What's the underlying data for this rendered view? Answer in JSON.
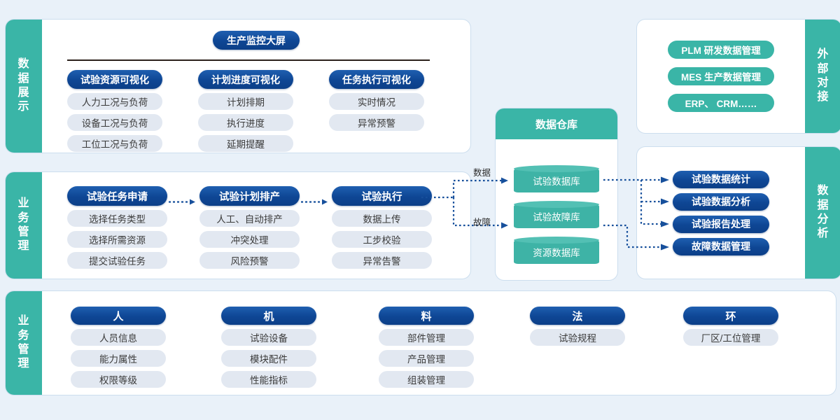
{
  "colors": {
    "background": "#e9f1f9",
    "teal": "#3ab5a7",
    "blue": "#0e4694",
    "pill_grey": "#e2e8f1",
    "rule": "#2b201b",
    "wire": "#17509c"
  },
  "display_section": {
    "sidebar_label": "数据展示",
    "big_screen_title": "生产监控大屏",
    "columns": [
      {
        "header": "试验资源可视化",
        "items": [
          "人力工况与负荷",
          "设备工况与负荷",
          "工位工况与负荷"
        ]
      },
      {
        "header": "计划进度可视化",
        "items": [
          "计划排期",
          "执行进度",
          "延期提醒"
        ]
      },
      {
        "header": "任务执行可视化",
        "items": [
          "实时情况",
          "异常预警"
        ]
      }
    ]
  },
  "business_flow_section": {
    "sidebar_label": "业务管理",
    "columns": [
      {
        "header": "试验任务申请",
        "items": [
          "选择任务类型",
          "选择所需资源",
          "提交试验任务"
        ]
      },
      {
        "header": "试验计划排产",
        "items": [
          "人工、自动排产",
          "冲突处理",
          "风险预警"
        ]
      },
      {
        "header": "试验执行",
        "items": [
          "数据上传",
          "工步校验",
          "异常告警"
        ]
      }
    ]
  },
  "warehouse": {
    "title": "数据仓库",
    "databases": [
      "试验数据库",
      "试验故障库",
      "资源数据库"
    ]
  },
  "connectors": {
    "data_label": "数据",
    "fault_label": "故障"
  },
  "external_section": {
    "sidebar_label": "外部对接",
    "items": [
      "PLM 研发数据管理",
      "MES 生产数据管理",
      "ERP、 CRM……"
    ]
  },
  "analysis_section": {
    "sidebar_label": "数据分析",
    "items": [
      "试验数据统计",
      "试验数据分析",
      "试验报告处理",
      "故障数据管理"
    ]
  },
  "master_data_section": {
    "sidebar_label": "业务管理",
    "columns": [
      {
        "header": "人",
        "items": [
          "人员信息",
          "能力属性",
          "权限等级"
        ]
      },
      {
        "header": "机",
        "items": [
          "试验设备",
          "模块配件",
          "性能指标"
        ]
      },
      {
        "header": "料",
        "items": [
          "部件管理",
          "产品管理",
          "组装管理"
        ]
      },
      {
        "header": "法",
        "items": [
          "试验规程"
        ]
      },
      {
        "header": "环",
        "items": [
          "厂区/工位管理"
        ]
      }
    ]
  }
}
